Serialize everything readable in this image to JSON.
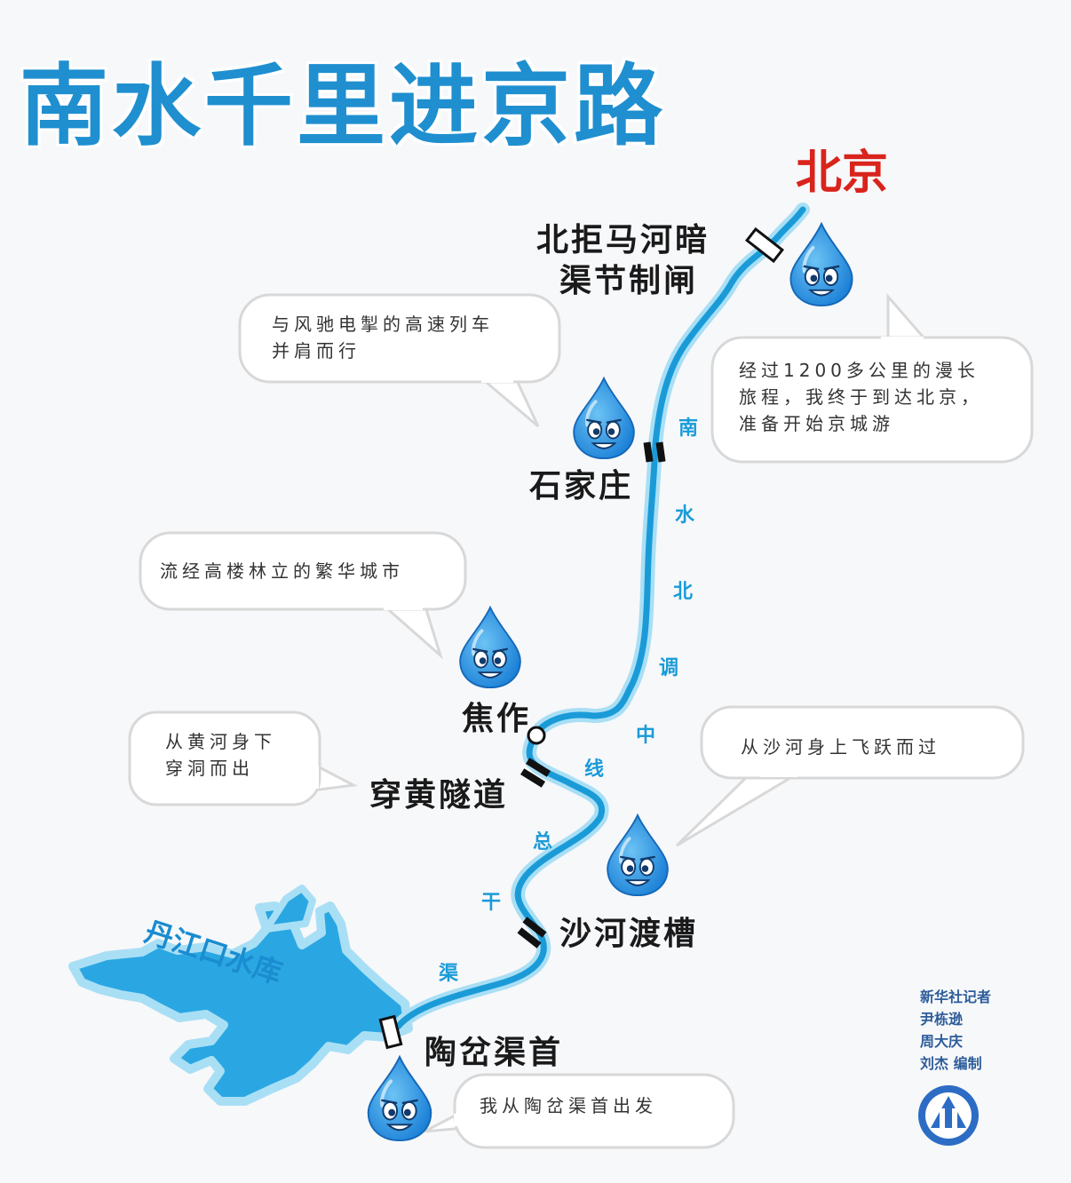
{
  "title": "南水千里进京路",
  "destination": "北京",
  "reservoir": "丹江口水库",
  "route_name_chars": [
    "南",
    "水",
    "北",
    "调",
    "中",
    "线",
    "总",
    "干",
    "渠"
  ],
  "places": {
    "beijuma": [
      "北拒马河暗",
      "渠节制闸"
    ],
    "shijiazhuang": "石家庄",
    "jiaozuo": "焦作",
    "chuanhuang": "穿黄隧道",
    "shahe": "沙河渡槽",
    "taocha": "陶岔渠首"
  },
  "bubbles": {
    "beijing": [
      "经过1200多公里的漫长",
      "旅程，我终于到达北京，",
      "准备开始京城游"
    ],
    "shijiazhuang": [
      "与风驰电掣的高速列车",
      "并肩而行"
    ],
    "jiaozuo": [
      "流经高楼林立的繁华城市"
    ],
    "chuanhuang": [
      "从黄河身下",
      "穿洞而出"
    ],
    "shahe": [
      "从沙河身上飞跃而过"
    ],
    "taocha": [
      "我从陶岔渠首出发"
    ]
  },
  "credits": [
    "新华社记者",
    "尹栋逊",
    "周大庆",
    "刘杰 编制"
  ],
  "colors": {
    "title": "#1f8fd0",
    "destination": "#d9241c",
    "water": "#1a9bd8",
    "water_light": "#a9dff5",
    "drop": "#1f8ee0",
    "credits": "#2d5c9a"
  }
}
